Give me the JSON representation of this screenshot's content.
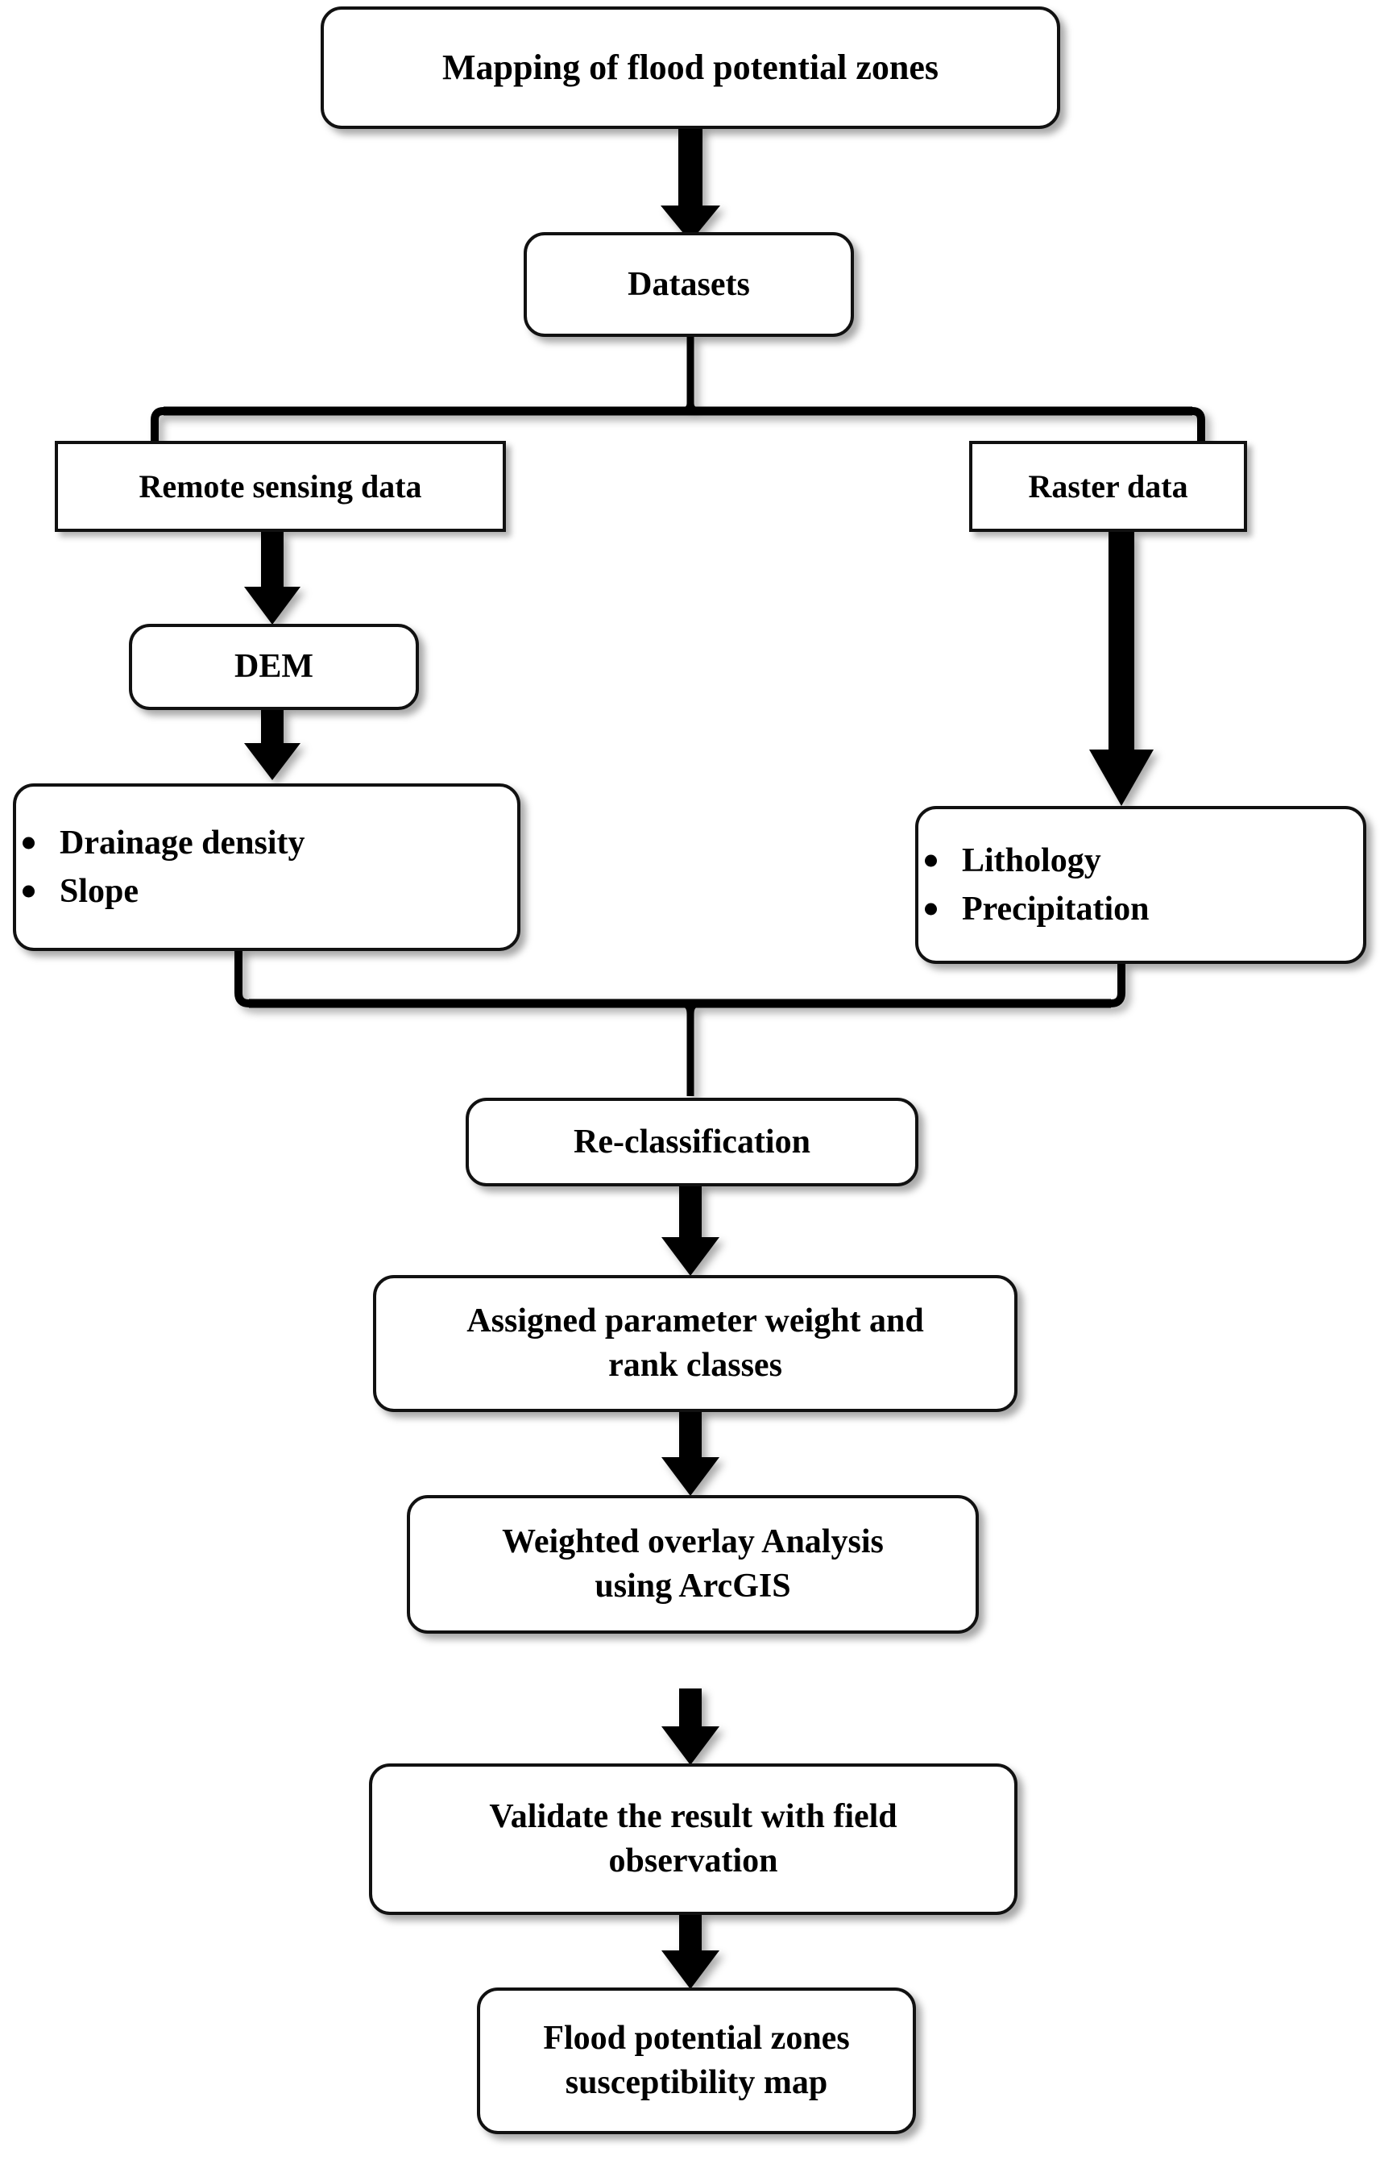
{
  "diagram": {
    "title": "Mapping of flood potential zones flowchart",
    "colors": {
      "node_border": "#111111",
      "node_fill": "#ffffff",
      "connector": "#000000",
      "background": "#ffffff"
    },
    "nodes": {
      "mapping": {
        "label": "Mapping of flood potential zones",
        "shape": "rounded-rectangle"
      },
      "datasets": {
        "label": "Datasets",
        "shape": "rounded-rectangle"
      },
      "remote_sensing": {
        "label": "Remote sensing data",
        "shape": "rectangle"
      },
      "raster": {
        "label": "Raster data",
        "shape": "rectangle"
      },
      "dem": {
        "label": "DEM",
        "shape": "rounded-rectangle"
      },
      "rs_params": {
        "shape": "rounded-rectangle",
        "items": [
          "Drainage density",
          "Slope"
        ]
      },
      "raster_params": {
        "shape": "rounded-rectangle",
        "items": [
          "Lithology",
          "Precipitation"
        ]
      },
      "reclassification": {
        "label": "Re-classification",
        "shape": "rounded-rectangle"
      },
      "assign_weight": {
        "label": "Assigned parameter weight and\nrank classes",
        "shape": "rounded-rectangle"
      },
      "weighted_overlay": {
        "label": "Weighted overlay Analysis\nusing ArcGIS",
        "shape": "rounded-rectangle"
      },
      "validate": {
        "label": "Validate the result with field\nobservation",
        "shape": "rounded-rectangle"
      },
      "output_map": {
        "label": "Flood potential zones\nsusceptibility map",
        "shape": "rounded-rectangle"
      }
    },
    "edges": [
      {
        "from": "mapping",
        "to": "datasets",
        "style": "thick-arrow"
      },
      {
        "from": "datasets",
        "to": "remote_sensing",
        "style": "branch-line"
      },
      {
        "from": "datasets",
        "to": "raster",
        "style": "branch-line"
      },
      {
        "from": "remote_sensing",
        "to": "dem",
        "style": "thick-arrow"
      },
      {
        "from": "dem",
        "to": "rs_params",
        "style": "thick-arrow"
      },
      {
        "from": "raster",
        "to": "raster_params",
        "style": "thick-arrow"
      },
      {
        "from": "rs_params",
        "to": "reclassification",
        "style": "merge-line"
      },
      {
        "from": "raster_params",
        "to": "reclassification",
        "style": "merge-line"
      },
      {
        "from": "reclassification",
        "to": "assign_weight",
        "style": "thick-arrow"
      },
      {
        "from": "assign_weight",
        "to": "weighted_overlay",
        "style": "thick-arrow"
      },
      {
        "from": "weighted_overlay",
        "to": "validate",
        "style": "thick-arrow"
      },
      {
        "from": "validate",
        "to": "output_map",
        "style": "thick-arrow"
      }
    ]
  }
}
